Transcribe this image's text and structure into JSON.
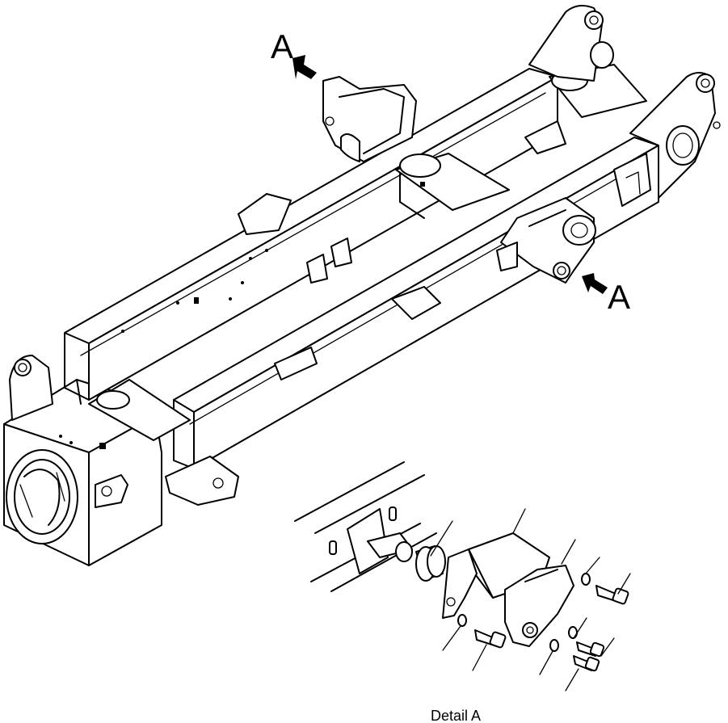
{
  "callouts": {
    "top_label": "A",
    "right_label": "A"
  },
  "detail": {
    "caption": "Detail A"
  }
}
